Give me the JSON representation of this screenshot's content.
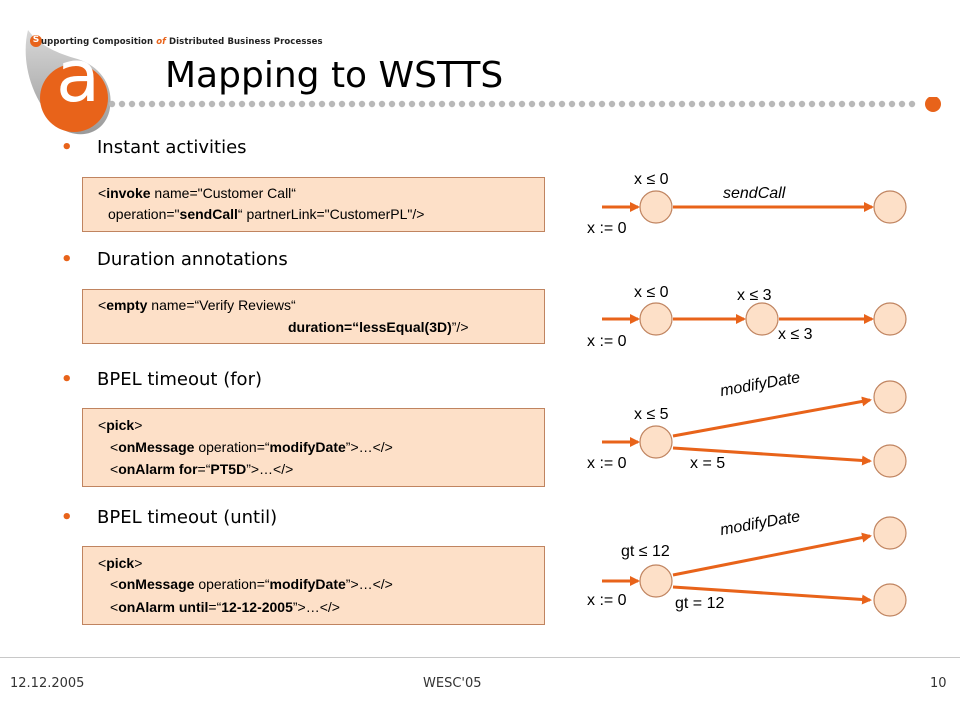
{
  "header": {
    "tagline": {
      "s": "S",
      "pre1": "upporting ",
      "composition": "Composition",
      "of": "of",
      "distributed": "Distributed",
      "business": "Business",
      "processes": "Processes"
    },
    "logo_letter": "a",
    "title": "Mapping to WSTTS",
    "accent_color": "#e8631a"
  },
  "sections": [
    {
      "bullet": "Instant activities",
      "code": [
        [
          "<",
          {
            "b": "invoke"
          },
          " name=\"Customer Call“"
        ],
        [
          "operation=\"",
          {
            "b": "sendCall"
          },
          "“ partnerLink=\"CustomerPL\"/>"
        ]
      ]
    },
    {
      "bullet": "Duration annotations",
      "code": [
        [
          "<",
          {
            "b": "empty"
          },
          " name=“Verify Reviews“"
        ],
        [
          {
            "b": "duration=“lessEqual(3D)"
          },
          "”/>"
        ]
      ]
    },
    {
      "bullet": "BPEL timeout (for)",
      "code": [
        [
          "<",
          {
            "b": "pick"
          },
          ">"
        ],
        [
          "<",
          {
            "b": "onMessage"
          },
          " operation=“",
          {
            "b": "modifyDate"
          },
          "”>…</>"
        ],
        [
          "<",
          {
            "b": "onAlarm"
          },
          " ",
          {
            "b": "for"
          },
          "=“",
          {
            "b": "PT5D"
          },
          "”>…</>"
        ]
      ]
    },
    {
      "bullet": "BPEL timeout (until)",
      "code": [
        [
          "<",
          {
            "b": "pick"
          },
          ">"
        ],
        [
          "<",
          {
            "b": "onMessage"
          },
          " operation=“",
          {
            "b": "modifyDate"
          },
          "”>…</>"
        ],
        [
          "<",
          {
            "b": "onAlarm"
          },
          " ",
          {
            "b": "until"
          },
          "=“",
          {
            "b": "12-12-2005"
          },
          "”>…</>"
        ]
      ]
    }
  ],
  "diagrams": [
    {
      "labels": {
        "guard": "x ≤ 0",
        "reset": "x := 0",
        "action": "sendCall"
      }
    },
    {
      "labels": {
        "guard": "x ≤ 0",
        "reset": "x := 0",
        "mid_upper": "x ≤ 3",
        "mid_lower": "x ≤ 3"
      }
    },
    {
      "labels": {
        "guard": "x ≤ 5",
        "reset": "x := 0",
        "timeout": "x = 5",
        "action": "modifyDate"
      }
    },
    {
      "labels": {
        "guard": "gt ≤ 12",
        "reset": "x := 0",
        "timeout": "gt = 12",
        "action": "modifyDate"
      }
    }
  ],
  "footer": {
    "date": "12.12.2005",
    "event": "WESC'05",
    "page": "10"
  },
  "colors": {
    "node_fill": "#fde0c8",
    "node_stroke": "#c08460",
    "edge": "#e8631a",
    "code_bg": "#fde0c8"
  }
}
